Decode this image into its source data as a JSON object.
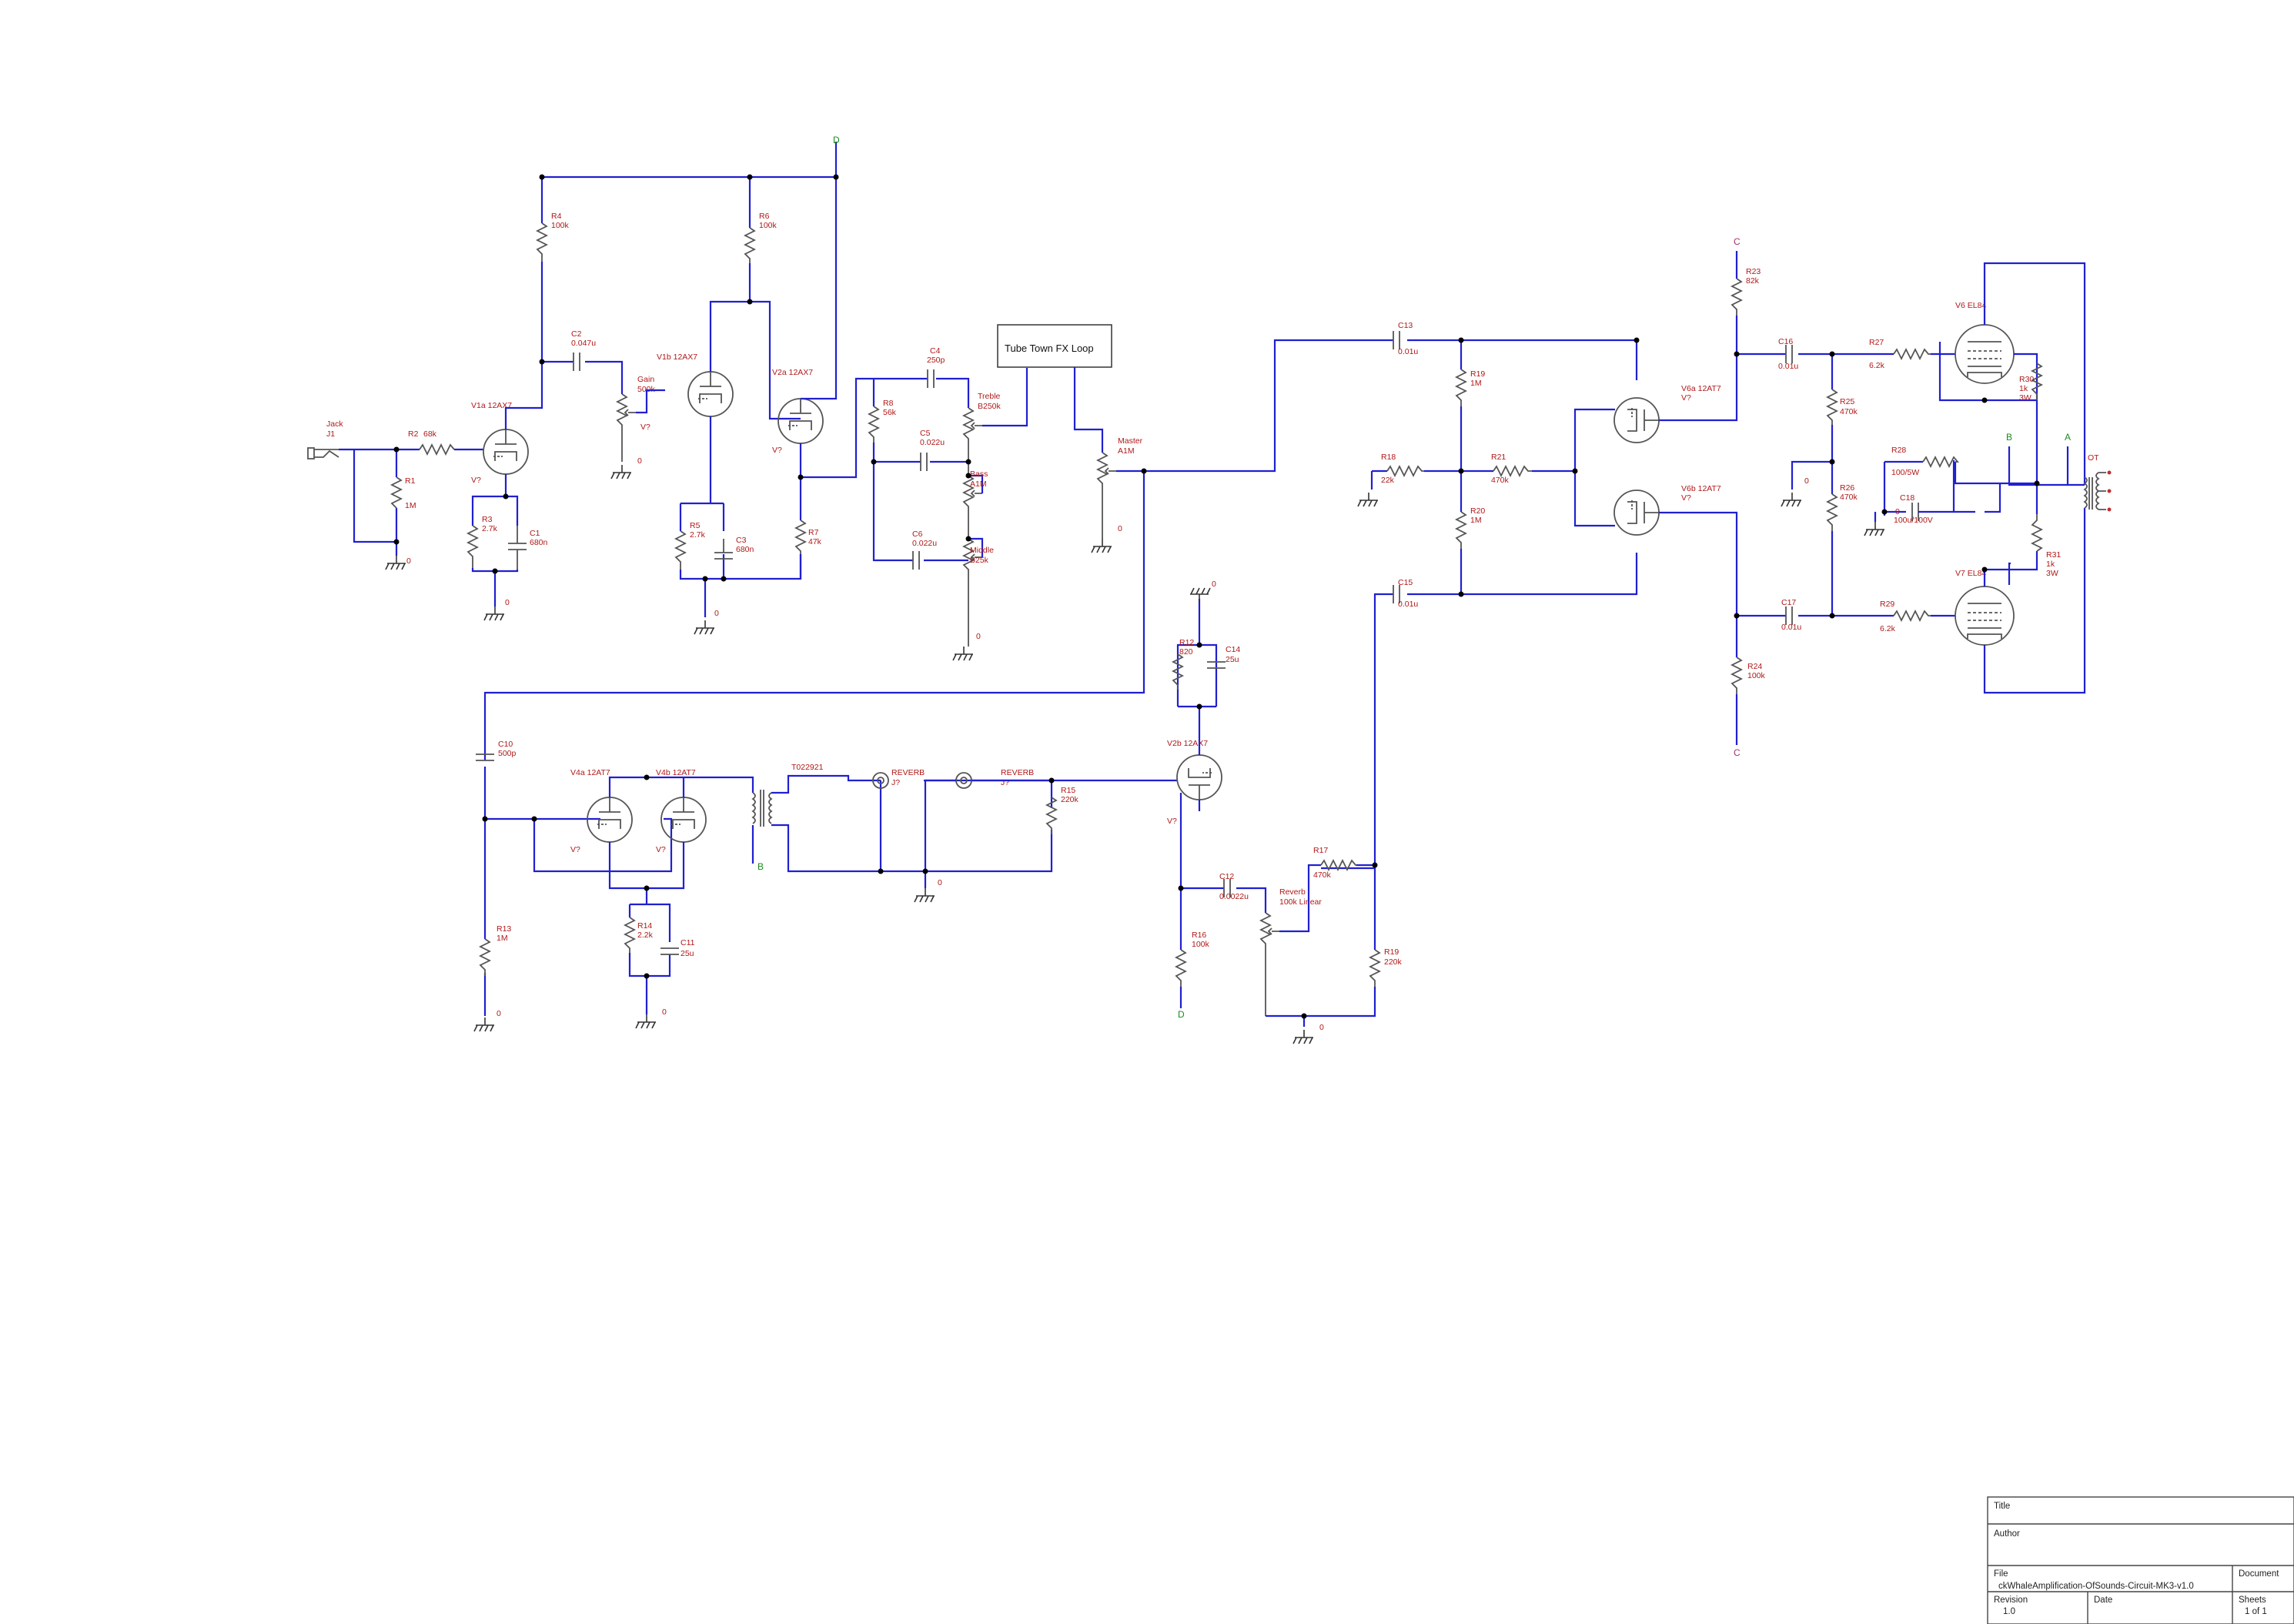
{
  "fx_loop": {
    "label": "Tube Town FX Loop"
  },
  "components": {
    "jack": {
      "name": "Jack",
      "ref": "J1"
    },
    "r1": {
      "ref": "R1",
      "value": "1M"
    },
    "r2": {
      "ref": "R2",
      "value": "68k"
    },
    "v1a": {
      "ref": "V1a 12AX7",
      "sub": "V?"
    },
    "r3": {
      "ref": "R3",
      "value": "2.7k"
    },
    "c1": {
      "ref": "C1",
      "value": "680n"
    },
    "r4": {
      "ref": "R4",
      "value": "100k"
    },
    "c2": {
      "ref": "C2",
      "value": "0.047u"
    },
    "gain": {
      "ref": "Gain",
      "value": "500k"
    },
    "v1b": {
      "ref": "V1b 12AX7",
      "sub": "V?"
    },
    "r5": {
      "ref": "R5",
      "value": "2.7k"
    },
    "c3": {
      "ref": "C3",
      "value": "680n"
    },
    "r6": {
      "ref": "R6",
      "value": "100k"
    },
    "v2a": {
      "ref": "V2a 12AX7",
      "sub": "V?"
    },
    "r7": {
      "ref": "R7",
      "value": "47k"
    },
    "r8": {
      "ref": "R8",
      "value": "56k"
    },
    "c4": {
      "ref": "C4",
      "value": "250p"
    },
    "treble": {
      "ref": "Treble",
      "value": "B250k"
    },
    "c5": {
      "ref": "C5",
      "value": "0.022u"
    },
    "bass": {
      "ref": "Bass",
      "value": "A1M"
    },
    "c6": {
      "ref": "C6",
      "value": "0.022u"
    },
    "middle": {
      "ref": "Middle",
      "value": "B25k"
    },
    "master": {
      "ref": "Master",
      "value": "A1M"
    },
    "c13": {
      "ref": "C13",
      "value": "0.01u"
    },
    "r19": {
      "ref": "R19",
      "value": "1M"
    },
    "r18": {
      "ref": "R18",
      "value": "22k"
    },
    "r21": {
      "ref": "R21",
      "value": "470k"
    },
    "r20": {
      "ref": "R20",
      "value": "1M"
    },
    "c15": {
      "ref": "C15",
      "value": "0.01u"
    },
    "v6a": {
      "ref": "V6a 12AT7",
      "sub": "V?"
    },
    "v6b": {
      "ref": "V6b 12AT7",
      "sub": "V?"
    },
    "r23": {
      "ref": "R23",
      "value": "82k"
    },
    "c16": {
      "ref": "C16",
      "value": "0.01u"
    },
    "r25": {
      "ref": "R25",
      "value": "470k"
    },
    "r26": {
      "ref": "R26",
      "value": "470k"
    },
    "c17": {
      "ref": "C17",
      "value": "0.01u"
    },
    "r24": {
      "ref": "R24",
      "value": "100k"
    },
    "r27": {
      "ref": "R27",
      "value": "6.2k"
    },
    "r28": {
      "ref": "R28",
      "value": "100/5W"
    },
    "c18": {
      "ref": "C18",
      "value": "100u/100V"
    },
    "r29": {
      "ref": "R29",
      "value": "6.2k"
    },
    "v6": {
      "ref": "V6 EL84"
    },
    "v7": {
      "ref": "V7 EL84"
    },
    "r30": {
      "ref": "R30",
      "value": "1k",
      "rating": "3W"
    },
    "r31": {
      "ref": "R31",
      "value": "1k",
      "rating": "3W"
    },
    "ot": {
      "ref": "OT"
    },
    "r12": {
      "ref": "R12",
      "value": "820"
    },
    "c14": {
      "ref": "C14",
      "value": "25u"
    },
    "v2b": {
      "ref": "V2b 12AX7",
      "sub": "V?"
    },
    "c10": {
      "ref": "C10",
      "value": "500p"
    },
    "r13": {
      "ref": "R13",
      "value": "1M"
    },
    "v4a": {
      "ref": "V4a 12AT7",
      "sub": "V?"
    },
    "v4b": {
      "ref": "V4b 12AT7",
      "sub": "V?"
    },
    "r14": {
      "ref": "R14",
      "value": "2.2k"
    },
    "c11": {
      "ref": "C11",
      "value": "25u"
    },
    "t1": {
      "ref": "T022921"
    },
    "j_rev1": {
      "ref": "REVERB",
      "sub": "J?"
    },
    "j_rev2": {
      "ref": "REVERB",
      "sub": "J?"
    },
    "r15": {
      "ref": "R15",
      "value": "220k"
    },
    "c12": {
      "ref": "C12",
      "value": "0.0022u"
    },
    "reverb_pot": {
      "ref": "Reverb",
      "value": "100k Linear"
    },
    "r17": {
      "ref": "R17",
      "value": "470k"
    },
    "r16": {
      "ref": "R16",
      "value": "100k"
    },
    "r19b": {
      "ref": "R19",
      "value": "220k"
    }
  },
  "nets": {
    "ground": "0",
    "d": "D",
    "c": "C",
    "b": "B",
    "a": "A"
  },
  "title_block": {
    "title_label": "Title",
    "author_label": "Author",
    "file_label": "File",
    "file_value": "ckWhaleAmplification-OfSounds-Circuit-MK3-v1.0",
    "document_label": "Document",
    "revision_label": "Revision",
    "revision_value": "1.0",
    "date_label": "Date",
    "sheets_label": "Sheets",
    "sheets_value": "1 of 1"
  }
}
